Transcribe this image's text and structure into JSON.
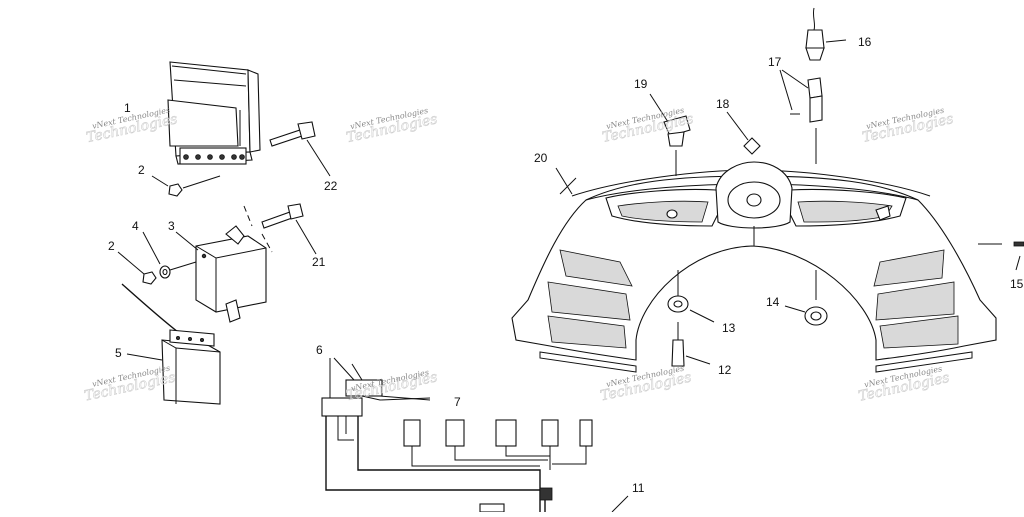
{
  "callouts": [
    {
      "id": "c1",
      "label": "1"
    },
    {
      "id": "c2a",
      "label": "2"
    },
    {
      "id": "c2b",
      "label": "2"
    },
    {
      "id": "c3",
      "label": "3"
    },
    {
      "id": "c4",
      "label": "4"
    },
    {
      "id": "c5",
      "label": "5"
    },
    {
      "id": "c6",
      "label": "6"
    },
    {
      "id": "c7",
      "label": "7"
    },
    {
      "id": "c11",
      "label": "11"
    },
    {
      "id": "c12",
      "label": "12"
    },
    {
      "id": "c13",
      "label": "13"
    },
    {
      "id": "c14",
      "label": "14"
    },
    {
      "id": "c15",
      "label": "15"
    },
    {
      "id": "c16",
      "label": "16"
    },
    {
      "id": "c17",
      "label": "17"
    },
    {
      "id": "c18",
      "label": "18"
    },
    {
      "id": "c19",
      "label": "19"
    },
    {
      "id": "c20",
      "label": "20"
    },
    {
      "id": "c21",
      "label": "21"
    },
    {
      "id": "c22",
      "label": "22"
    }
  ],
  "watermarks": [
    {
      "id": "w1",
      "text": "vNext Technologies"
    },
    {
      "id": "w2",
      "text": "vNext Technologies"
    },
    {
      "id": "w3",
      "text": "vNext Technologies"
    },
    {
      "id": "w4",
      "text": "vNext Technologies"
    },
    {
      "id": "w5",
      "text": "vNext Technologies"
    },
    {
      "id": "w6",
      "text": "vNext Technologies"
    },
    {
      "id": "w7",
      "text": "vNext Technologies"
    },
    {
      "id": "w8",
      "text": "vNext Technologies"
    }
  ]
}
